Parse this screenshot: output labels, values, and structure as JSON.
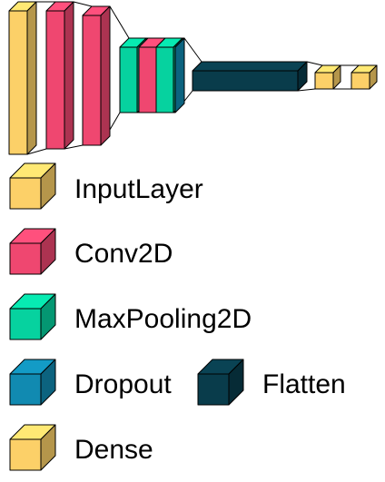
{
  "colors": {
    "InputLayer": "#fcd068",
    "Conv2D": "#ef4770",
    "MaxPooling2D": "#06d29f",
    "Dropout": "#118ab1",
    "Flatten": "#093c4b",
    "Dense": "#fcd068"
  },
  "network": {
    "layers": [
      {
        "type": "InputLayer"
      },
      {
        "type": "Conv2D"
      },
      {
        "type": "Conv2D"
      },
      {
        "type": "MaxPooling2D"
      },
      {
        "type": "Conv2D"
      },
      {
        "type": "MaxPooling2D"
      },
      {
        "type": "Dropout"
      },
      {
        "type": "Flatten"
      },
      {
        "type": "Dense"
      },
      {
        "type": "Dense"
      }
    ]
  },
  "legend": {
    "input_layer": "InputLayer",
    "conv2d": "Conv2D",
    "max_pooling2d": "MaxPooling2D",
    "dropout": "Dropout",
    "flatten": "Flatten",
    "dense": "Dense"
  }
}
